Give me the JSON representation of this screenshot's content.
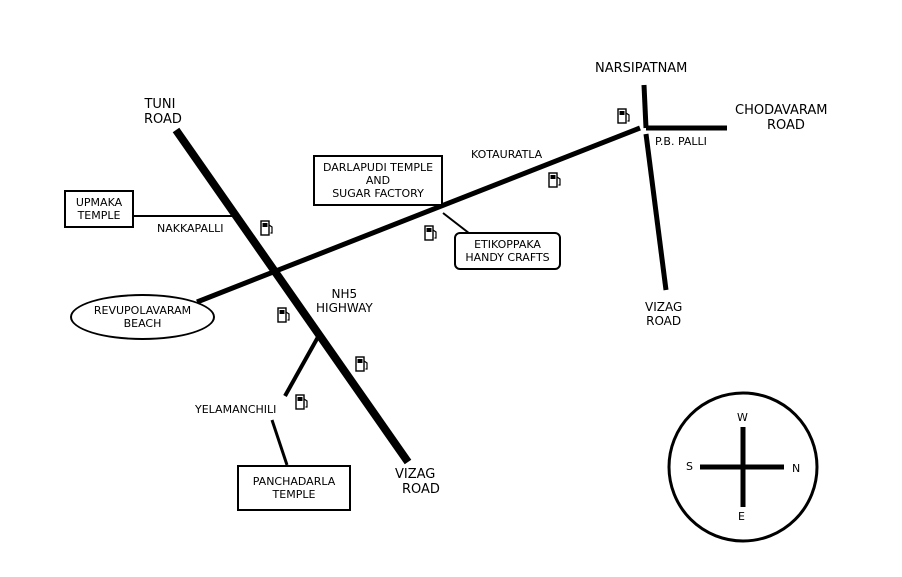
{
  "places": {
    "tuni_road": [
      "TUNI",
      "ROAD"
    ],
    "narsipatnam": "NARSIPATNAM",
    "chodavaram_road": [
      "CHODAVARAM",
      "ROAD"
    ],
    "pb_palli": "P.B. PALLI",
    "kotauratla": "KOTAURATLA",
    "nakkapalli": "NAKKAPALLI",
    "nh5_highway": [
      "NH5",
      "HIGHWAY"
    ],
    "yelamanchili": "YELAMANCHILI",
    "vizag_road_east": [
      "VIZAG",
      "ROAD"
    ],
    "vizag_road_south": [
      "VIZAG",
      "ROAD"
    ]
  },
  "landmarks": {
    "upmaka_temple": [
      "UPMAKA",
      "TEMPLE"
    ],
    "darlapudi_temple": [
      "DARLAPUDI TEMPLE",
      "AND",
      "SUGAR FACTORY"
    ],
    "etikoppaka": [
      "ETIKOPPAKA",
      "HANDY CRAFTS"
    ],
    "revupolavaram": [
      "REVUPOLAVARAM",
      "BEACH"
    ],
    "panchadarla_temple": [
      "PANCHADARLA",
      "TEMPLE"
    ]
  },
  "compass": {
    "north_side": "W",
    "south_side": "E",
    "west_side": "S",
    "east_side": "N"
  },
  "fuel_stations": 7,
  "colors": {
    "ink": "#000000",
    "paper": "#ffffff"
  }
}
